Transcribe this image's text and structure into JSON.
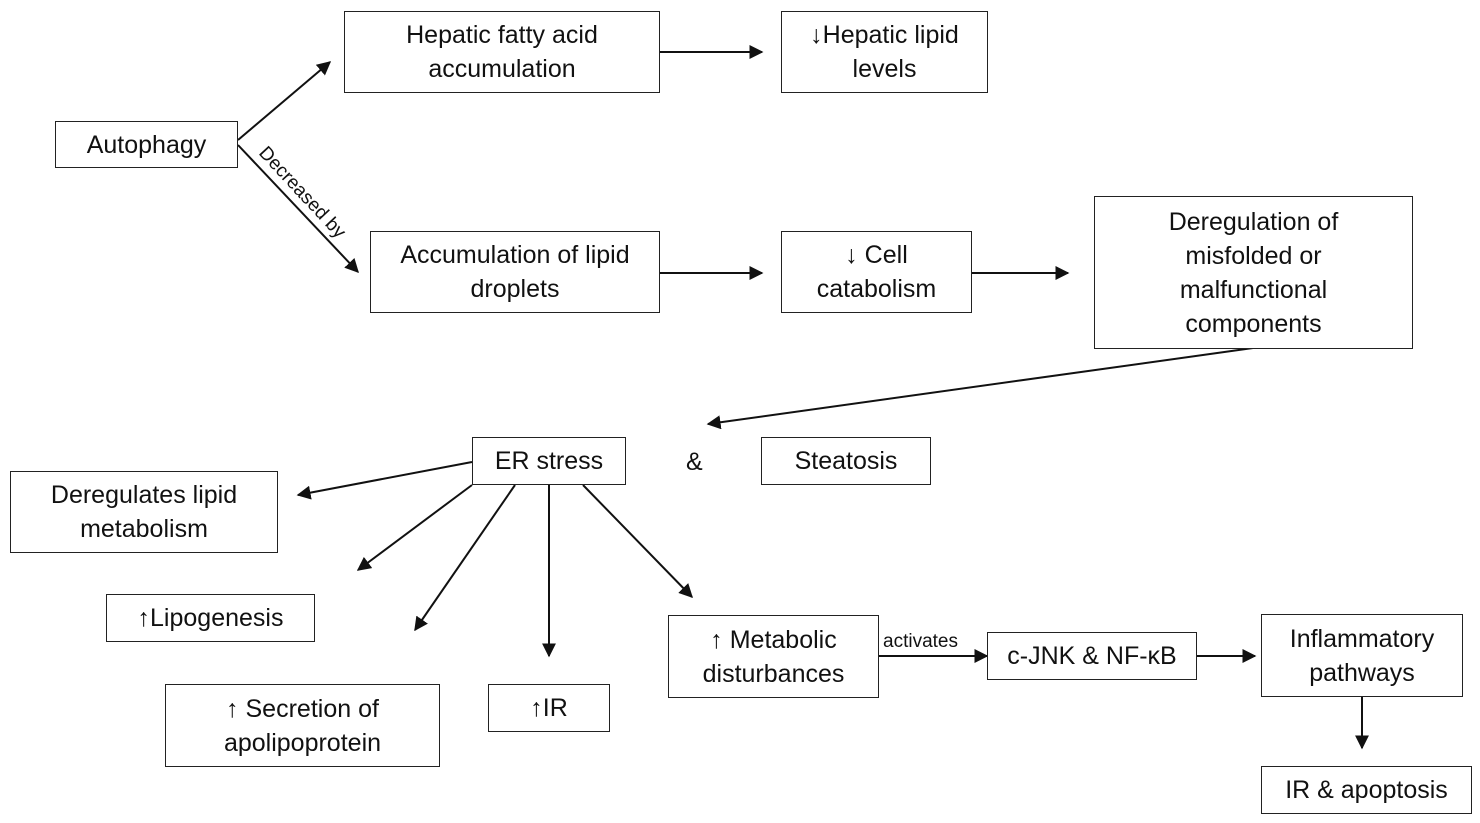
{
  "nodes": {
    "autophagy": "Autophagy",
    "hepatic_fatty_acid": "Hepatic fatty acid accumulation",
    "hepatic_lipid_levels": "↓Hepatic lipid levels",
    "accumulation_lipid_droplets": "Accumulation of lipid droplets",
    "cell_catabolism": "↓ Cell catabolism",
    "deregulation": "Deregulation of misfolded or malfunctional components",
    "er_stress": "ER stress",
    "steatosis": "Steatosis",
    "deregulates_lipid": "Deregulates lipid metabolism",
    "lipogenesis": "↑Lipogenesis",
    "secretion_apolipoprotein": "↑ Secretion of apolipoprotein",
    "ir": "↑IR",
    "metabolic_disturbances": "↑ Metabolic disturbances",
    "cjnk_nfkb": "c-JNK & NF-κB",
    "inflammatory_pathways": "Inflammatory pathways",
    "ir_apoptosis": "IR & apoptosis"
  },
  "edge_labels": {
    "decreased_by": "Decreased by",
    "activates": "activates",
    "and": "&"
  }
}
